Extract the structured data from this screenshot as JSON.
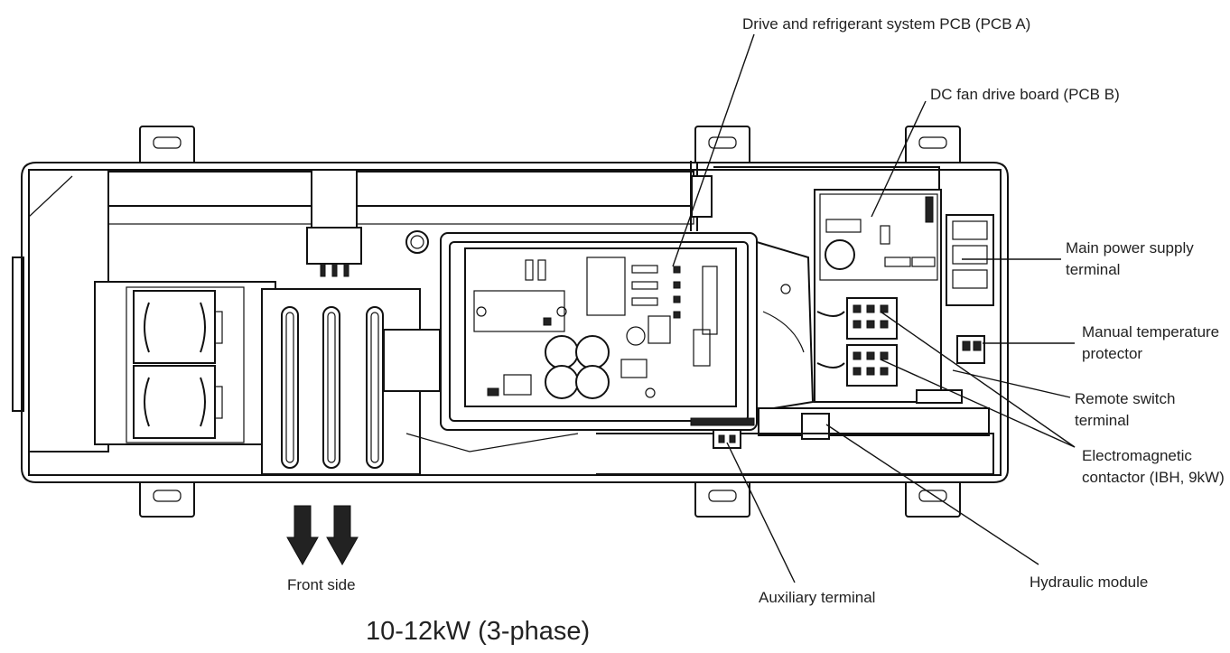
{
  "labels": {
    "pcb_a": "Drive and refrigerant system PCB (PCB A)",
    "pcb_b": "DC fan drive board (PCB B)",
    "main_power_1": "Main power supply",
    "main_power_2": "terminal",
    "manual_temp_1": "Manual temperature",
    "manual_temp_2": "protector",
    "remote_switch_1": "Remote switch",
    "remote_switch_2": "terminal",
    "contactor_1": "Electromagnetic",
    "contactor_2": "contactor (IBH, 9kW)",
    "hydraulic": "Hydraulic module",
    "auxiliary": "Auxiliary terminal",
    "front_side": "Front side"
  },
  "caption": "10-12kW (3-phase)",
  "colors": {
    "line": "#111111",
    "text": "#222222",
    "background": "#ffffff"
  }
}
